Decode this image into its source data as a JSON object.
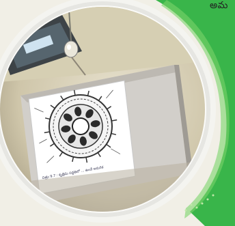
{
  "corner_text": "అమ",
  "colors": {
    "green_swoosh": "#39b54a",
    "page_bg": "#f1efe6",
    "ring": "#e9e9e9",
    "desk": "#c9c1a6",
    "poster_paper": "#ffffff"
  },
  "poster": {
    "caption_line1": "చిత్రం 9.7 : కృత్రిమ పద్దతిలో ... ఉంచే అమరిక",
    "caption_line2": ""
  },
  "icons": [
    "diagram-figure",
    "light-bulb",
    "tablet-device"
  ]
}
